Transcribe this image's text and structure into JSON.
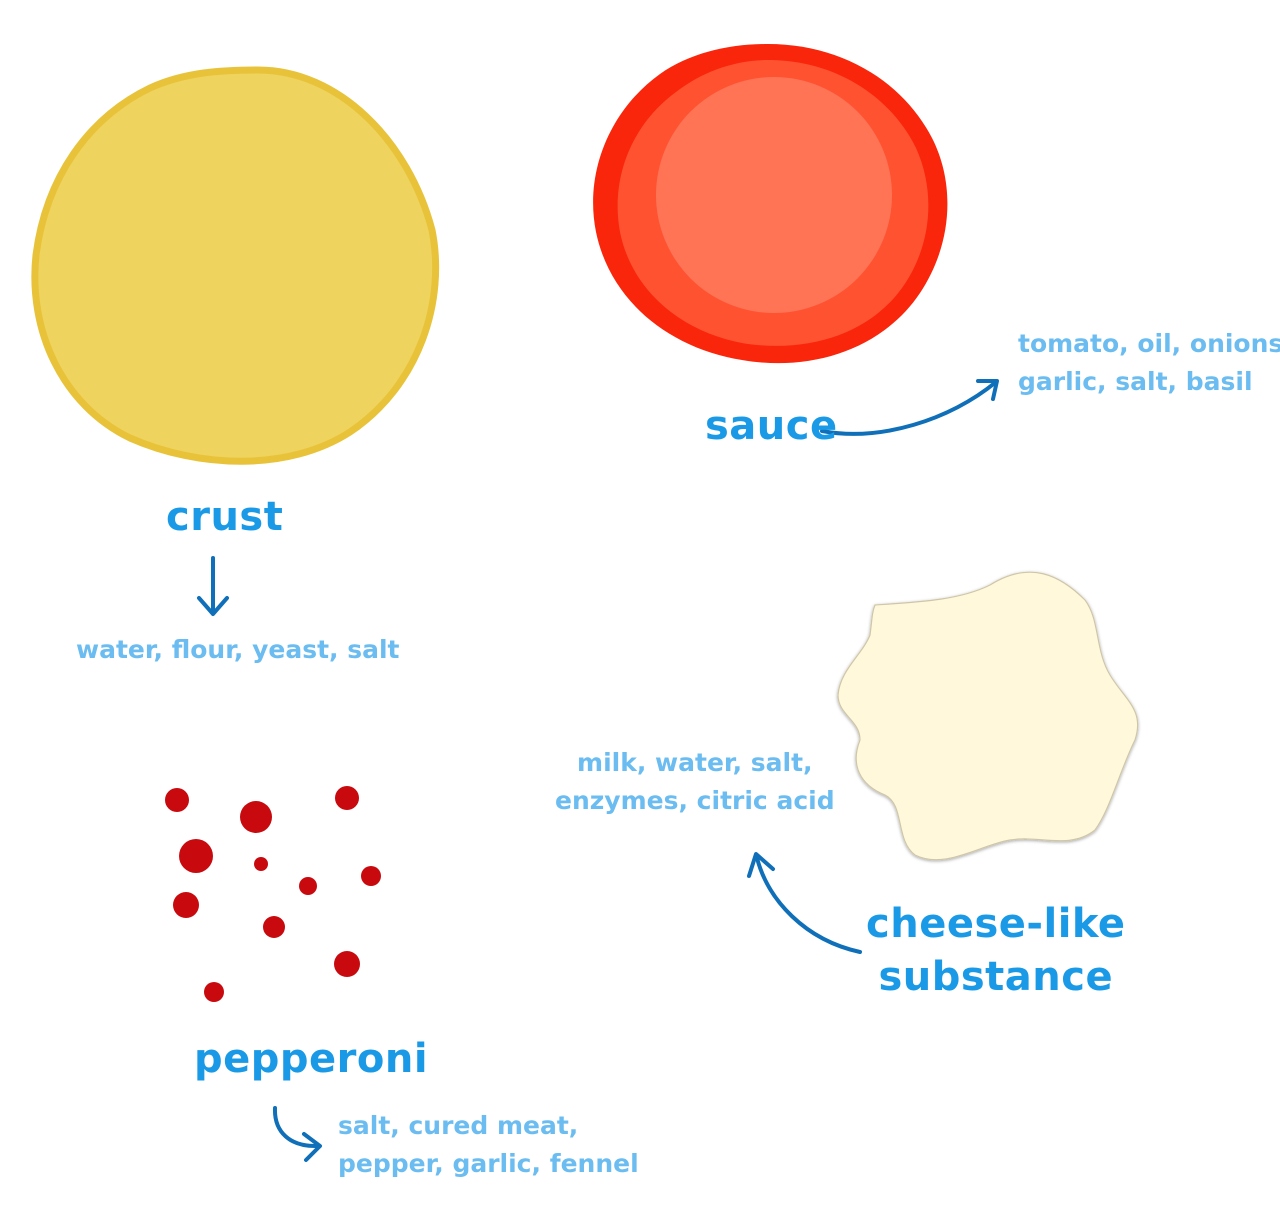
{
  "items": {
    "crust": {
      "label": "crust",
      "ingredients": [
        "water, flour, yeast, salt"
      ]
    },
    "sauce": {
      "label": "sauce",
      "ingredients": [
        "tomato, oil, onions,",
        "garlic, salt, basil"
      ]
    },
    "cheese": {
      "label_lines": [
        "cheese-like",
        "substance"
      ],
      "ingredients": [
        "milk, water, salt,",
        "enzymes, citric acid"
      ]
    },
    "pepperoni": {
      "label": "pepperoni",
      "ingredients": [
        "salt, cured meat,",
        "pepper, garlic, fennel"
      ]
    }
  },
  "colors": {
    "crust_fill": "#efd35f",
    "crust_stroke": "#e8c33a",
    "sauce_outer": "#f9260b",
    "sauce_mid": "#ff5230",
    "sauce_inner": "#ff7455",
    "cheese_fill": "#fff8da",
    "pepperoni": "#c80a0f",
    "label_blue": "#1a9ae6",
    "ingredient_blue": "#6bbcf0",
    "arrow_blue": "#0f6fb8"
  }
}
